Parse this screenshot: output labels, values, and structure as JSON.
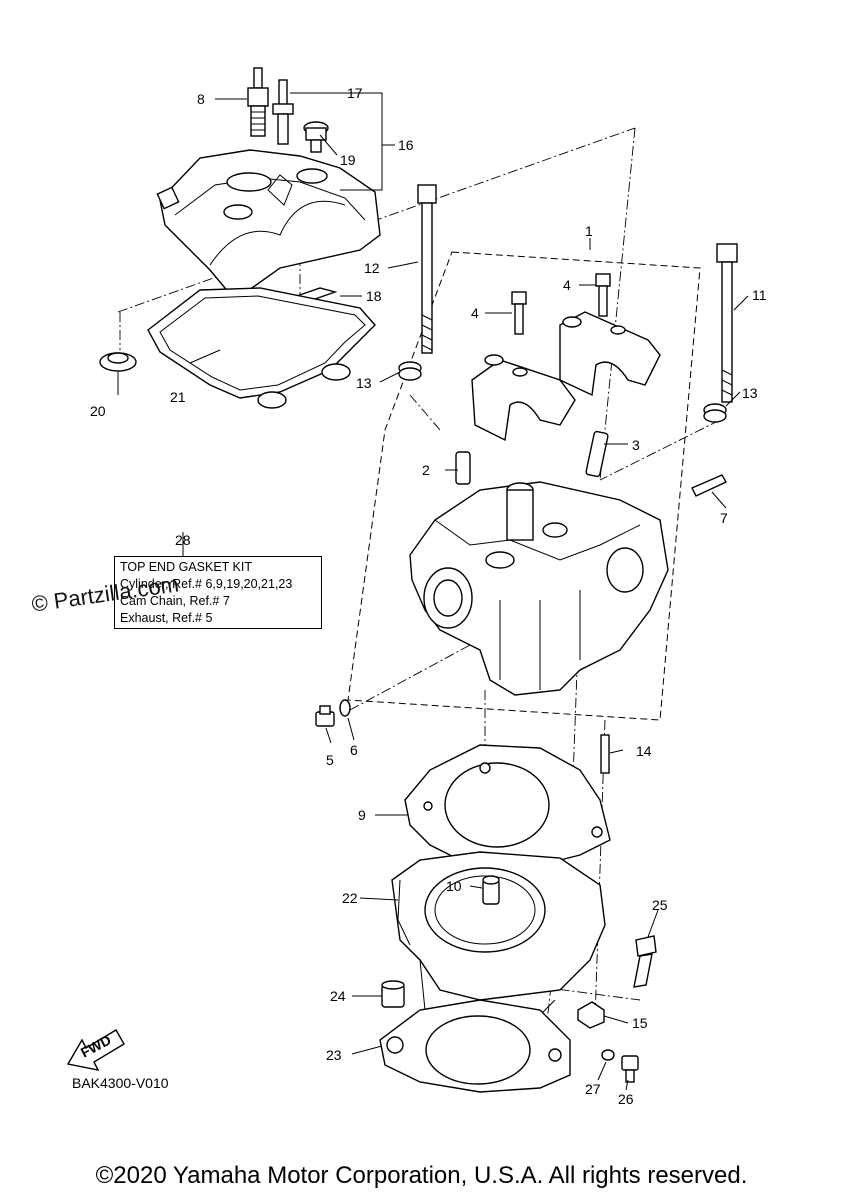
{
  "callouts": {
    "c1": "1",
    "c2": "2",
    "c3": "3",
    "c4a": "4",
    "c4b": "4",
    "c5": "5",
    "c6": "6",
    "c7": "7",
    "c8": "8",
    "c9": "9",
    "c10": "10",
    "c11": "11",
    "c12": "12",
    "c13a": "13",
    "c13b": "13",
    "c14": "14",
    "c15": "15",
    "c16": "16",
    "c17": "17",
    "c18": "18",
    "c19": "19",
    "c20": "20",
    "c21": "21",
    "c22": "22",
    "c23": "23",
    "c24": "24",
    "c25": "25",
    "c26": "26",
    "c27": "27",
    "c28": "28"
  },
  "kit": {
    "title": "TOP END GASKET KIT",
    "line1": "Cylinder, Ref.# 6,9,19,20,21,23",
    "line2": "Cam Chain, Ref.# 7",
    "line3": "Exhaust, Ref.# 5"
  },
  "watermark": "© Partzilla.com",
  "fwd_label": "FWD",
  "diagram_code": "BAK4300-V010",
  "copyright": "©2020 Yamaha Motor Corporation, U.S.A. All rights reserved.",
  "icons": {
    "fwd": "fwd-arrow-icon"
  }
}
